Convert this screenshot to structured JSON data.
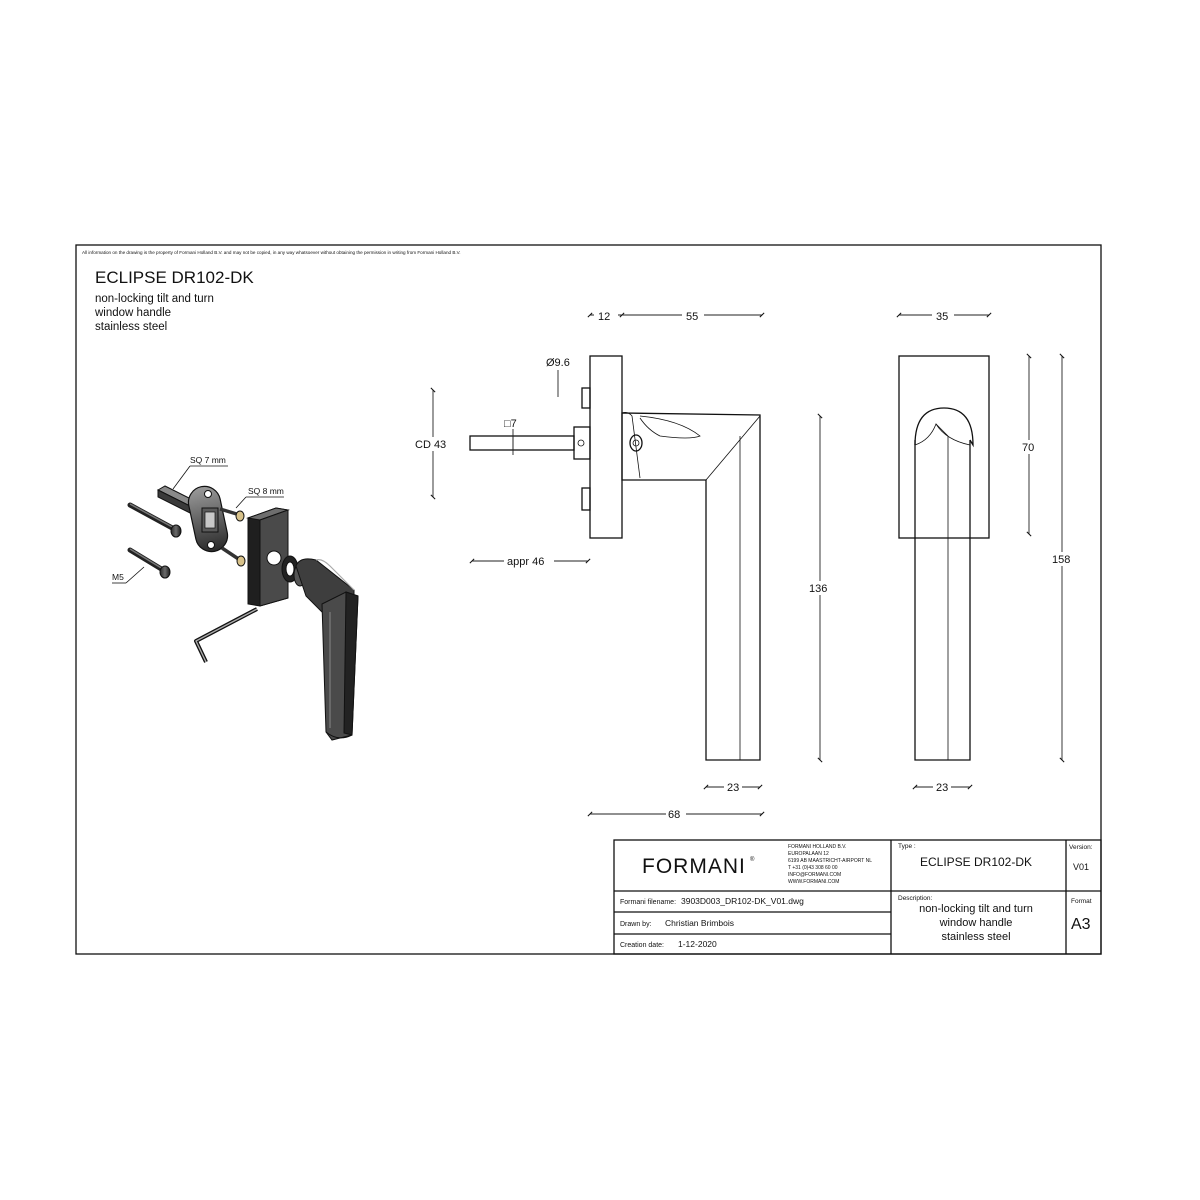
{
  "copyright_notice": "All information on the drawing is the property of Formani Holland B.V. and may not be copied, in any way whatsoever without obtaining the permission in writing from Formani Holland B.V.",
  "header": {
    "title": "ECLIPSE DR102-DK",
    "description_lines": [
      "non-locking tilt and turn",
      "window handle",
      "stainless steel"
    ]
  },
  "exploded_view": {
    "labels": {
      "sq7": "SQ 7 mm",
      "sq8": "SQ 8 mm",
      "m5": "M5"
    }
  },
  "side_view": {
    "dims": {
      "d12": "12",
      "d55": "55",
      "dia": "Ø9.6",
      "sq": "□7",
      "cd": "CD 43",
      "appr": "appr 46",
      "d136": "136",
      "d23": "23",
      "d68": "68"
    }
  },
  "front_view": {
    "dims": {
      "d35": "35",
      "d70": "70",
      "d158": "158",
      "d23": "23"
    }
  },
  "title_block": {
    "logo": "FORMANI",
    "company_lines": [
      "FORMANI HOLLAND B.V.",
      "EUROPALAAN 12",
      "6199 AB MAASTRICHT-AIRPORT NL",
      "T +31 (0)43 308 60 00",
      "INFO@FORMANI.COM",
      "WWW.FORMANI.COM"
    ],
    "filename_label": "Formani filename:",
    "filename_value": "3903D003_DR102-DK_V01.dwg",
    "drawn_by_label": "Drawn by:",
    "drawn_by_value": "Christian Brimbois",
    "creation_date_label": "Creation date:",
    "creation_date_value": "1-12-2020",
    "type_label": "Type :",
    "type_value": "ECLIPSE DR102-DK",
    "version_label": "Version:",
    "version_value": "V01",
    "description_label": "Description:",
    "description_lines": [
      "non-locking tilt and turn",
      "window handle",
      "stainless steel"
    ],
    "format_label": "Format",
    "format_value": "A3"
  }
}
